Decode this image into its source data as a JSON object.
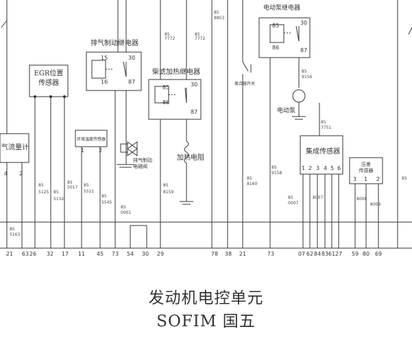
{
  "diagram": {
    "components": {
      "egr_sensor": "EGR位置\n传感器",
      "flow_meter": "气流量计",
      "ambient_sensor": "环境温度传感器",
      "exhaust_relay": "排气制动继电器",
      "exhaust_valve": "排气制动\n电磁阀",
      "diesel_relay": "柴滤加热继电器",
      "heater": "加热电阻",
      "pump_relay": "电动泵继电器",
      "clutch_switch": "离合器开关",
      "pump": "电动泵",
      "fuel_sensor": "集成传感器",
      "pressure_sensor": "压差\n传感器"
    },
    "relay_pins": [
      "85",
      "30",
      "86",
      "87"
    ],
    "exhaust_relay_pins": [
      "15",
      "30",
      "16",
      "87"
    ],
    "sensor_pins": [
      "1",
      "2",
      "3",
      "4",
      "5",
      "6"
    ],
    "wires": [
      "85",
      "7772",
      "5125",
      "5132",
      "5017",
      "5511",
      "5545",
      "0001",
      "8159",
      "5163",
      "8160",
      "9158",
      "8853",
      "7751",
      "9156",
      "8007",
      "8008",
      "8009",
      "0007"
    ],
    "ecu_pins": [
      "21",
      "63",
      "26",
      "32",
      "17",
      "11",
      "45",
      "73",
      "54",
      "30",
      "29",
      "78",
      "38",
      "21",
      "73",
      "07",
      "62",
      "84",
      "83",
      "61",
      "27",
      "59",
      "80",
      "69"
    ]
  },
  "title": {
    "line1": "发动机电控单元",
    "line2": "SOFIM 国五"
  },
  "colors": {
    "ink": "#333333",
    "background": "#ffffff"
  }
}
